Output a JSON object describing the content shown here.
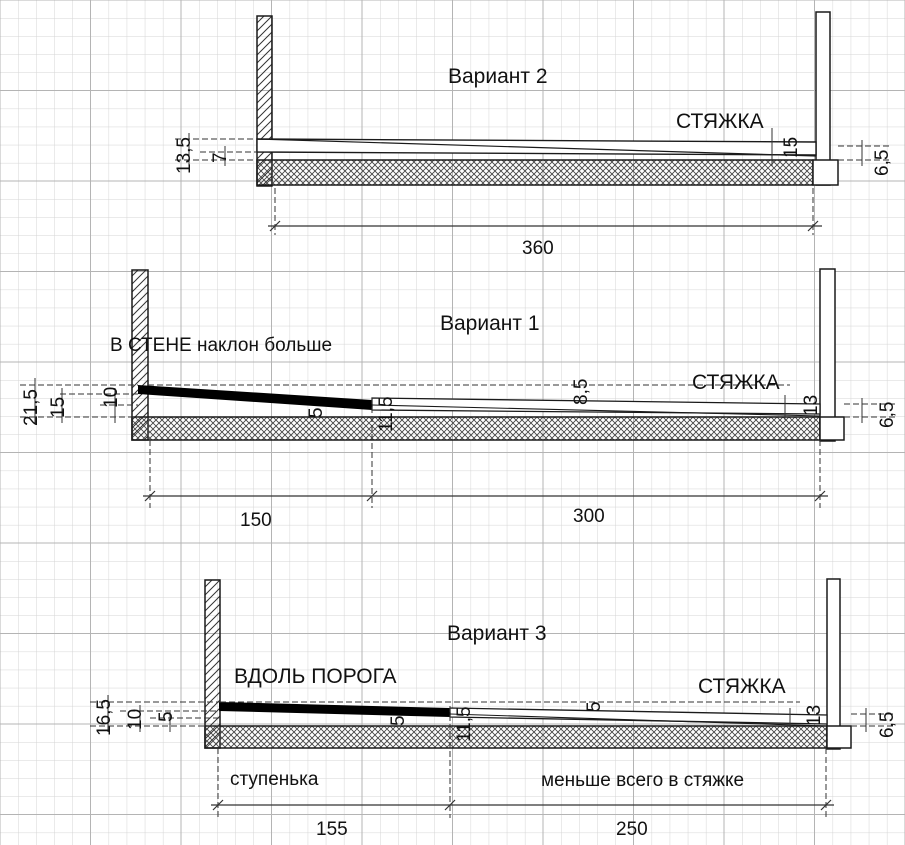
{
  "drawing": {
    "variant2": {
      "title": "Вариант 2",
      "label": "СТЯЖКА",
      "dims": {
        "left_total": "13,5",
        "left_inner": "7",
        "right_mid": "15",
        "right_end": "6,5",
        "length": "360"
      }
    },
    "variant1": {
      "title": "Вариант 1",
      "note": "В СТЕНЕ наклон больше",
      "label": "СТЯЖКА",
      "dims": {
        "left_total": "21,5",
        "left_a": "15",
        "left_b": "10",
        "step": "5",
        "joint": "11,5",
        "mid": "8,5",
        "right_mid": "13",
        "right_end": "6,5",
        "length_a": "150",
        "length_b": "300"
      }
    },
    "variant3": {
      "title": "Вариант 3",
      "note": "ВДОЛЬ ПОРОГА",
      "label": "СТЯЖКА",
      "left_caption": "ступенька",
      "right_caption": "меньше всего в стяжке",
      "dims": {
        "left_total": "16,5",
        "left_a": "10",
        "left_b": "5",
        "step": "5",
        "joint": "11,5",
        "mid": "5",
        "right_mid": "13",
        "right_end": "6,5",
        "length_a": "155",
        "length_b": "250"
      }
    }
  },
  "colors": {
    "grid_minor": "#d4d4d4",
    "grid_major": "#b4b4b4",
    "line": "#1a1a1a",
    "fill_black": "#000000"
  }
}
